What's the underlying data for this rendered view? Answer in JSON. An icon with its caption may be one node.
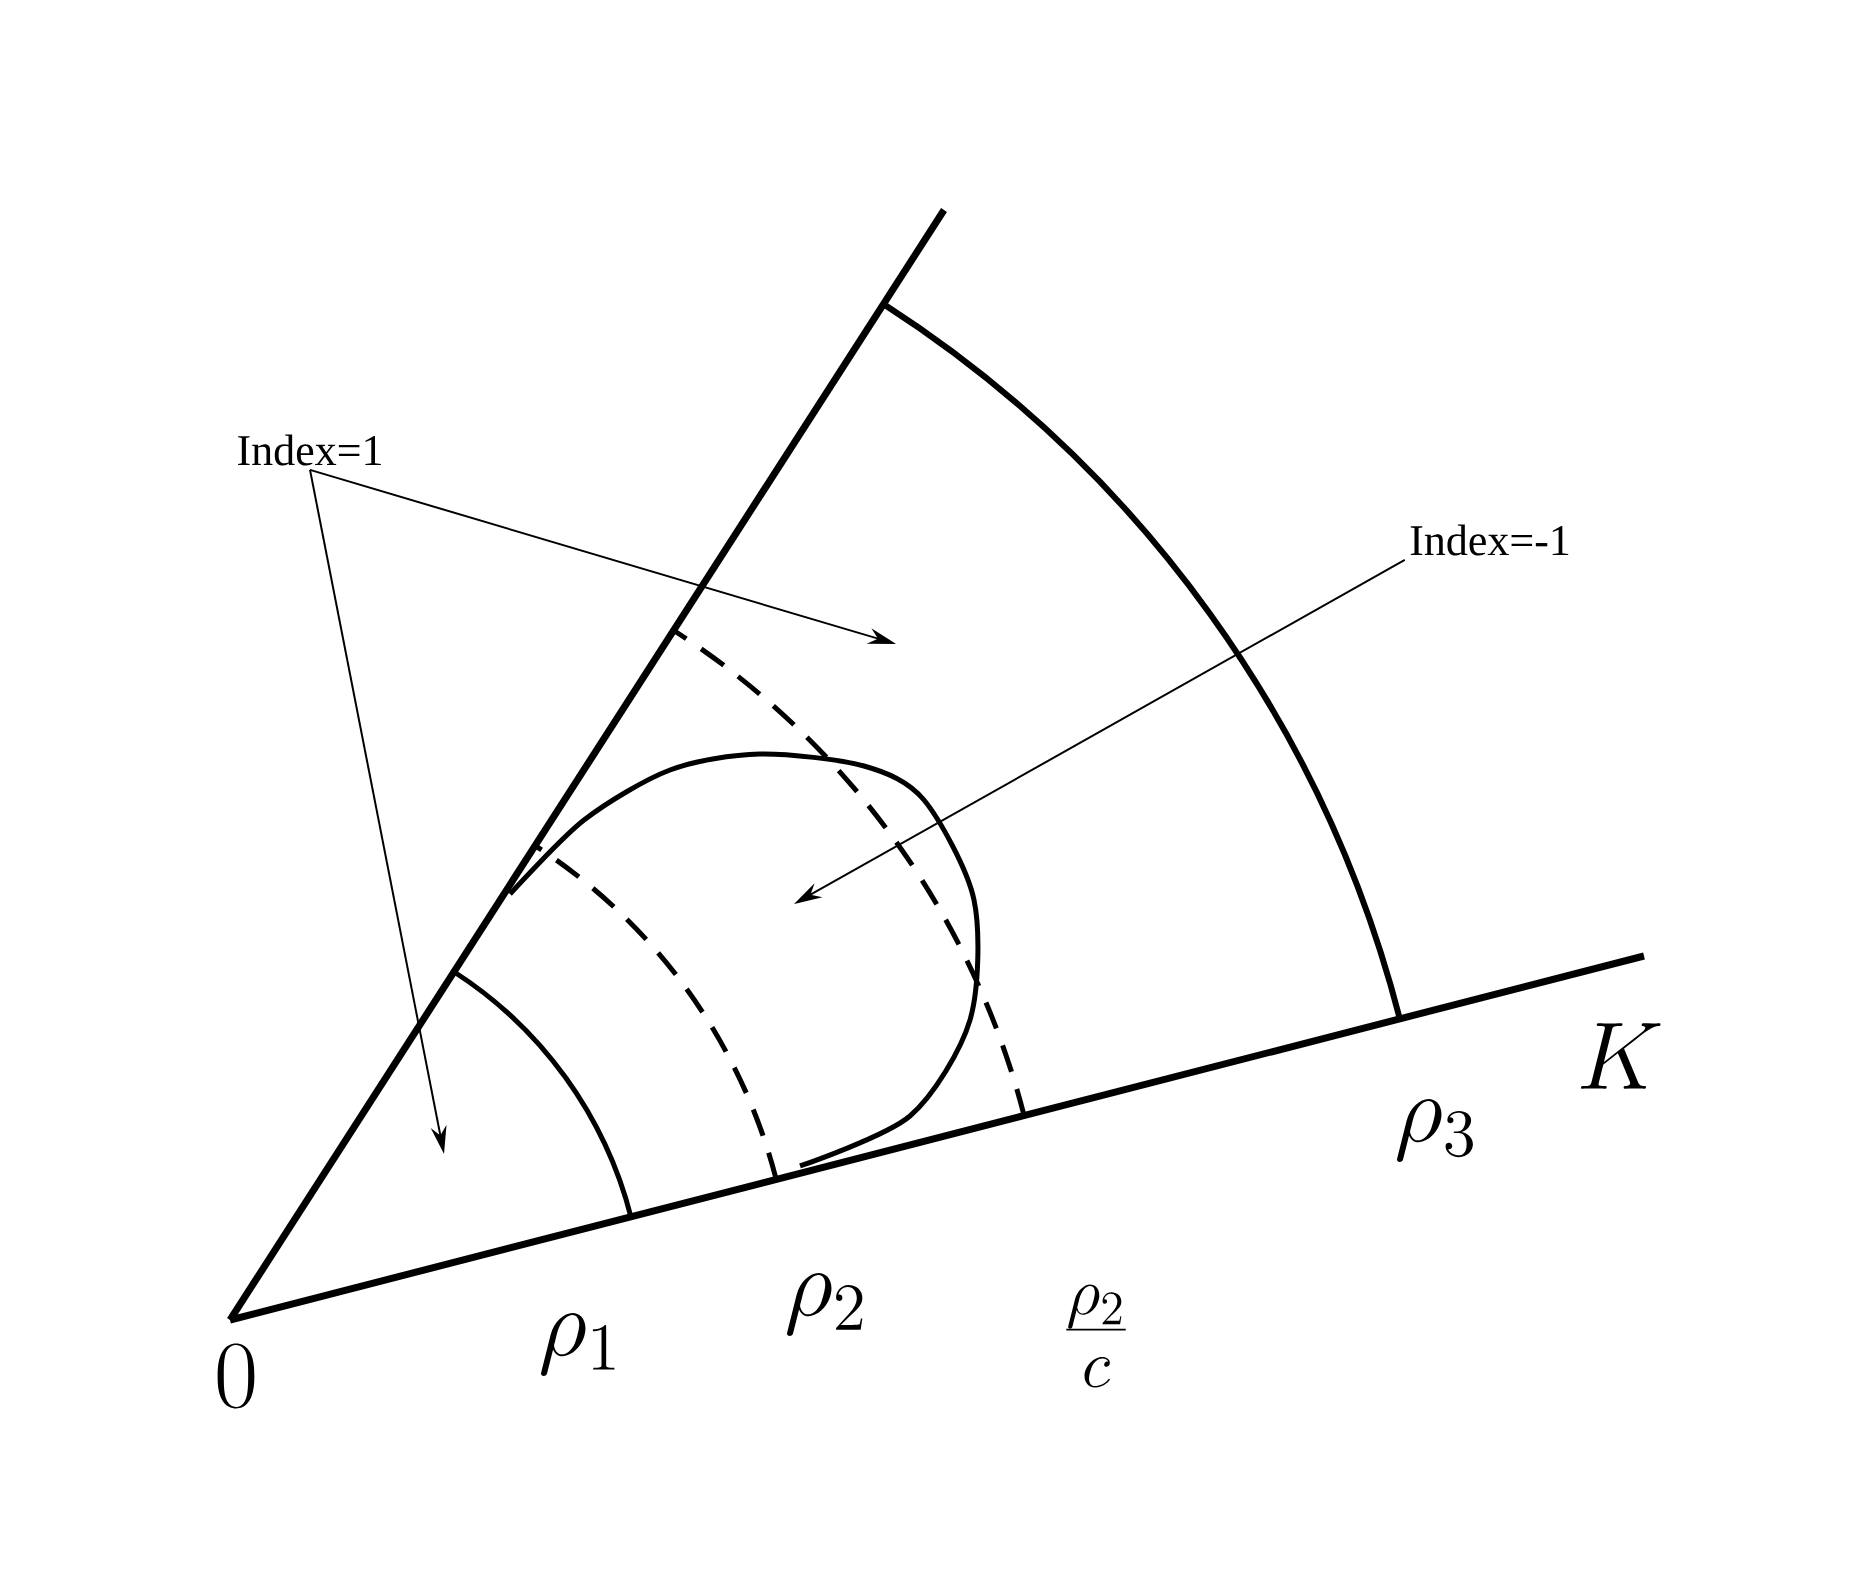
{
  "diagram": {
    "nodes": [
      {
        "text": [
          "Index=1"
        ]
      },
      {
        "text": [
          "Index=-1"
        ]
      }
    ],
    "edges": [
      {
        "from": 0,
        "to": null,
        "arrow": "to"
      },
      {
        "from": 0,
        "to": null,
        "arrow": "to"
      },
      {
        "from": 1,
        "to": null,
        "arrow": "to"
      }
    ],
    "labels": [
      "\\rho_3",
      "K",
      "\\rho_1",
      "\\rho_2",
      "\\frac{\\rho_2}{c}",
      "0"
    ]
  }
}
